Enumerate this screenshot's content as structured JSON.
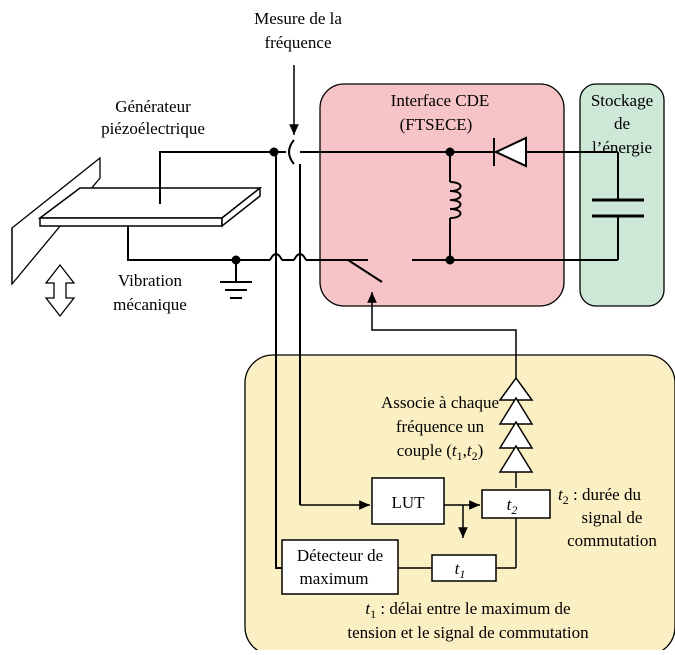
{
  "labels": {
    "freq_measure_1": "Mesure de la",
    "freq_measure_2": "fréquence",
    "generator_1": "Générateur",
    "generator_2": "piézoélectrique",
    "vibration_1": "Vibration",
    "vibration_2": "mécanique",
    "interface_1": "Interface CDE",
    "interface_2": "(FTSECE)",
    "storage_1": "Stockage",
    "storage_2": "de",
    "storage_3": "l’énergie",
    "assoc_1": "Associe à chaque",
    "assoc_2": "fréquence un",
    "assoc_3_prefix": "couple (",
    "assoc_3_suffix": ")",
    "lut": "LUT",
    "detector_1": "Détecteur de",
    "detector_2": "maximum",
    "t1_var": "t",
    "t1_sub": "1",
    "t2_var": "t",
    "t2_sub": "2",
    "t2_desc_1": " : durée du",
    "t2_desc_2": "signal de",
    "t2_desc_3": "commutation",
    "t1_desc_1": " : délai entre le maximum de",
    "t1_desc_2": "tension et le signal de commutation"
  },
  "colors": {
    "interface_fill": "#f6c4c6",
    "storage_fill": "#cde8d6",
    "control_fill": "#fbefc4",
    "line": "#000000"
  }
}
